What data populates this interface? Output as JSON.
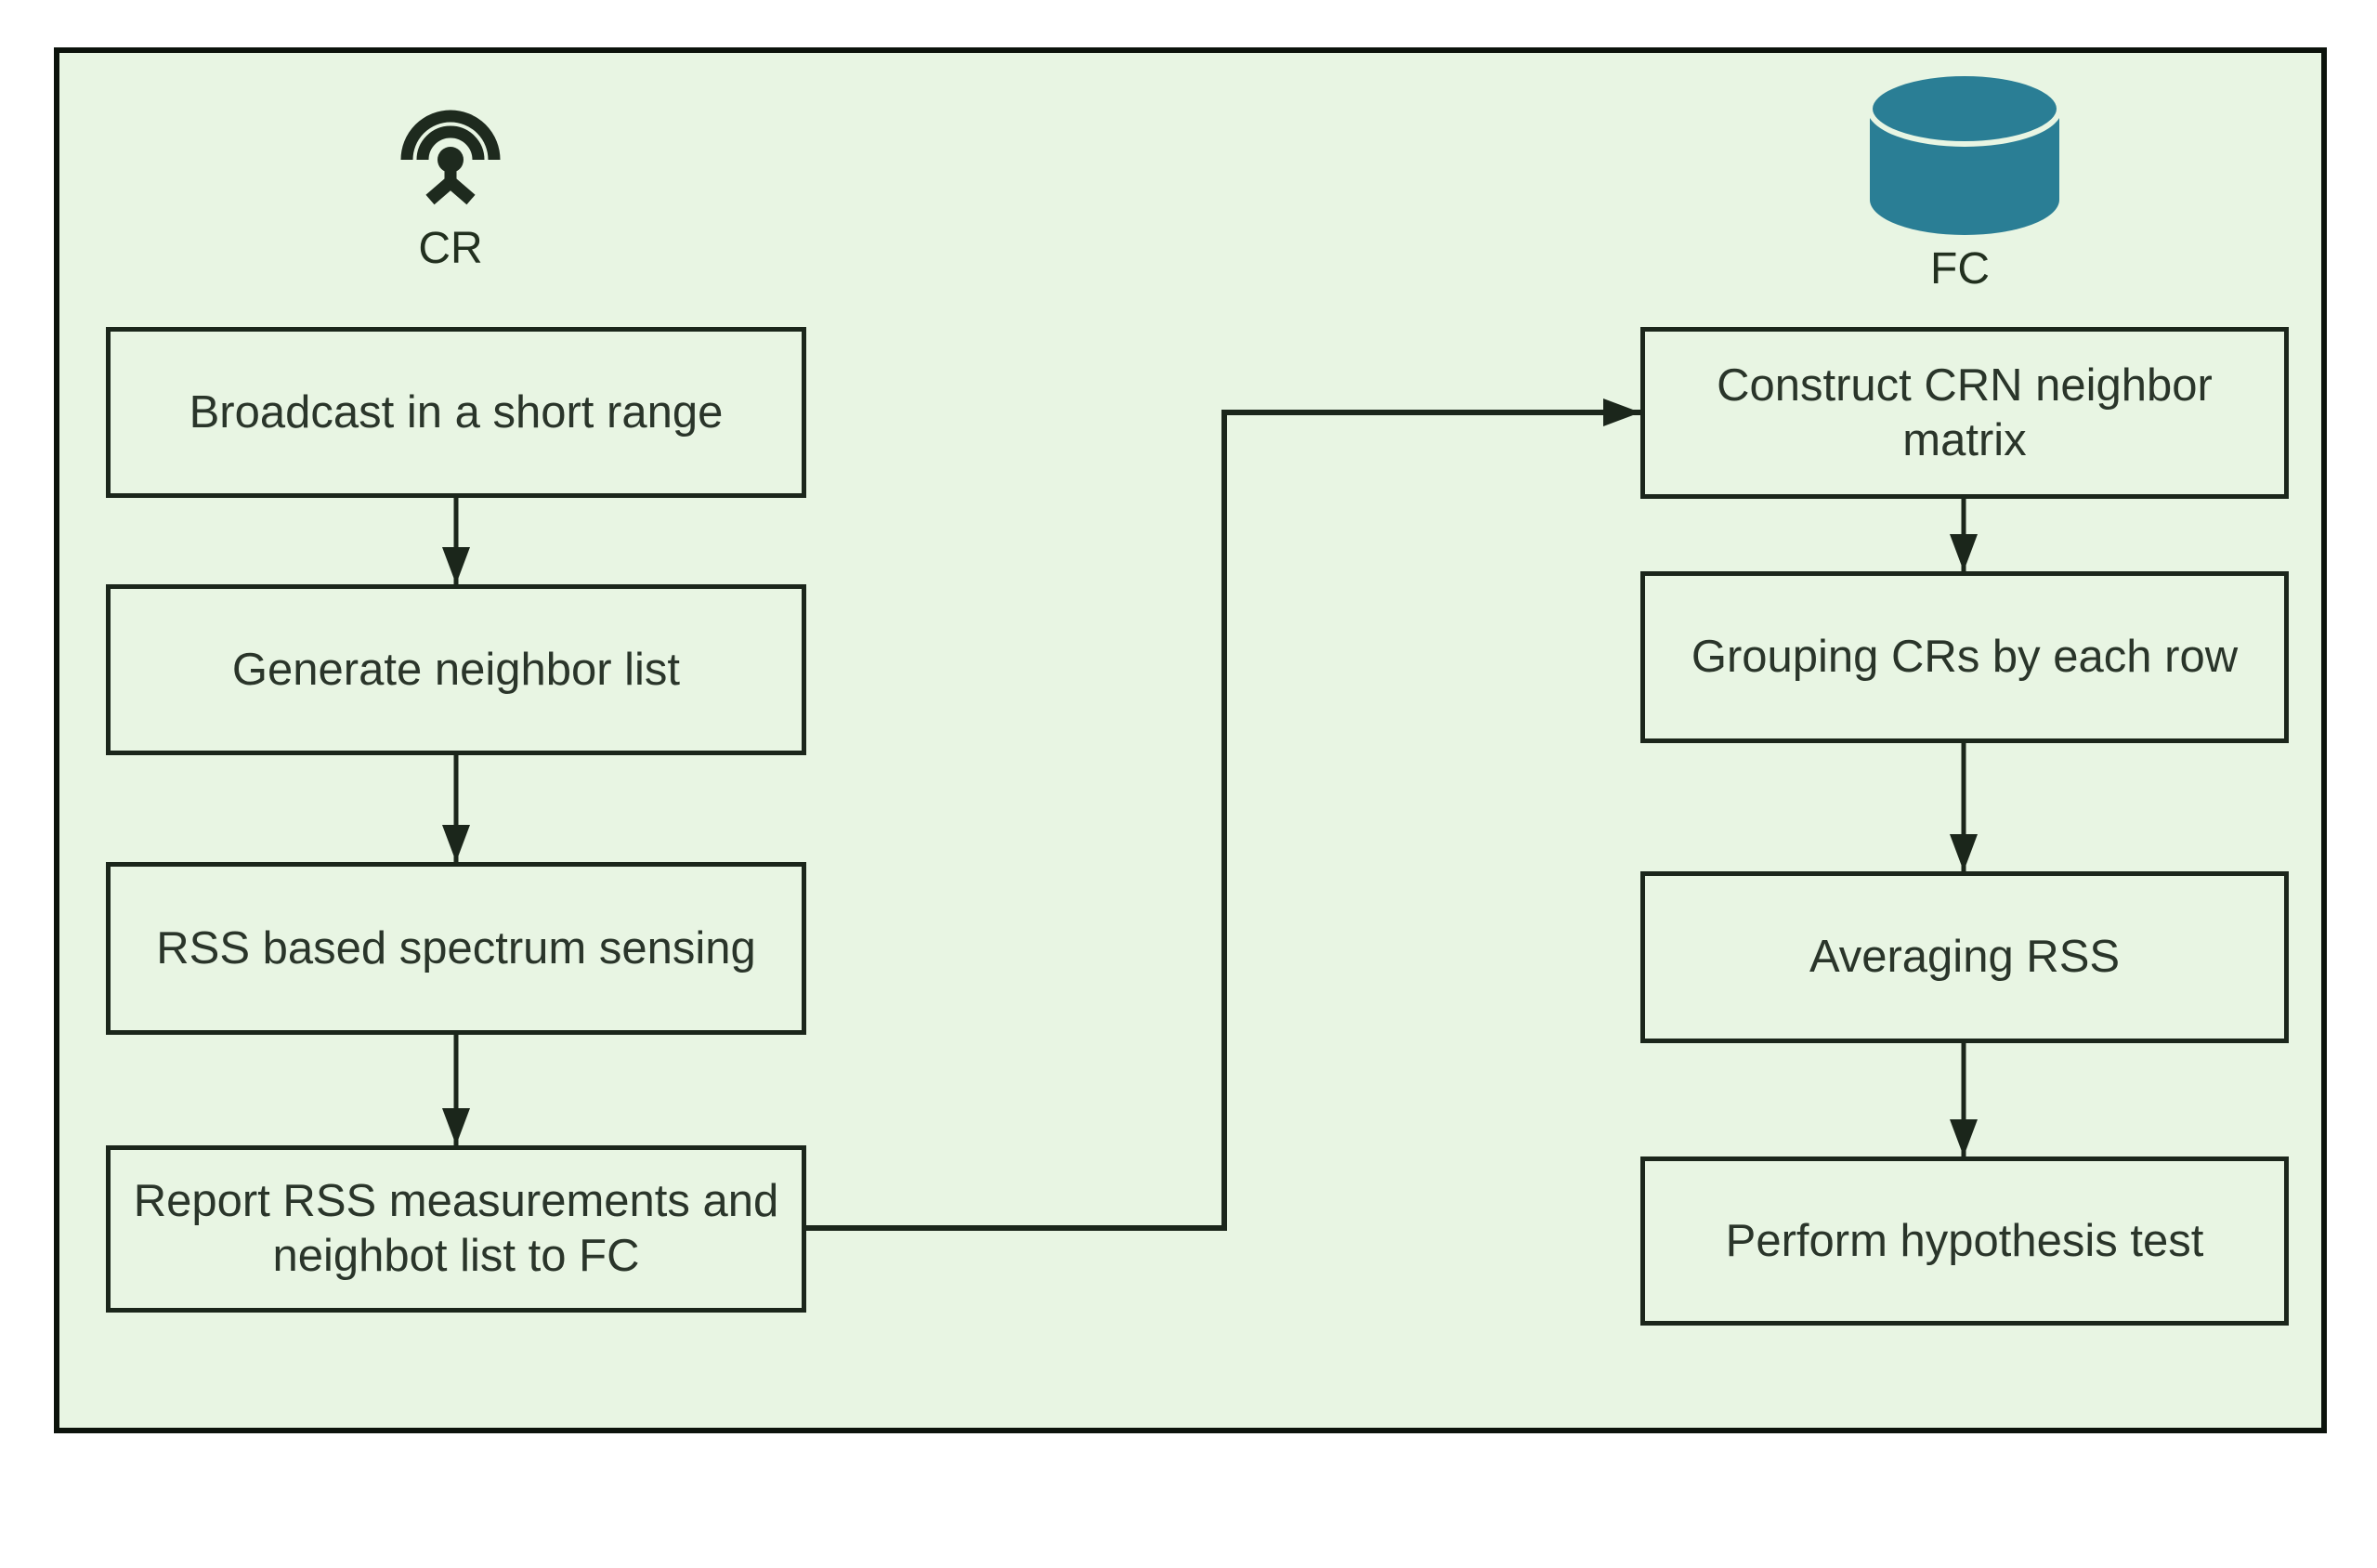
{
  "diagram": {
    "type": "flowchart",
    "actors": {
      "cr": {
        "label": "CR",
        "icon": "antenna-broadcast-icon"
      },
      "fc": {
        "label": "FC",
        "icon": "database-cylinder-icon"
      }
    },
    "cr_column": {
      "steps": [
        {
          "label": "Broadcast in a short range"
        },
        {
          "label": "Generate neighbor list"
        },
        {
          "label": "RSS based spectrum sensing"
        },
        {
          "label": "Report RSS measurements and neighbot list to FC"
        }
      ]
    },
    "fc_column": {
      "steps": [
        {
          "label": "Construct CRN neighbor matrix"
        },
        {
          "label": "Grouping CRs by each row"
        },
        {
          "label": "Averaging RSS"
        },
        {
          "label": "Perform hypothesis test"
        }
      ]
    },
    "edges": [
      "Broadcast in a short range -> Generate neighbor list",
      "Generate neighbor list -> RSS based spectrum sensing",
      "RSS based spectrum sensing -> Report RSS measurements and neighbot list to FC",
      "Report RSS measurements and neighbot list to FC -> Construct CRN neighbor matrix",
      "Construct CRN neighbor matrix -> Grouping CRs by each row",
      "Grouping CRs by each row -> Averaging RSS",
      "Averaging RSS -> Perform hypothesis test"
    ]
  },
  "colors": {
    "page_background": "#ffffff",
    "frame_fill": "#e8f5e3",
    "frame_border": "#0c130c",
    "node_stroke": "#1b261b",
    "text": "#2a352a",
    "cylinder_teal": "#2a7e95"
  }
}
